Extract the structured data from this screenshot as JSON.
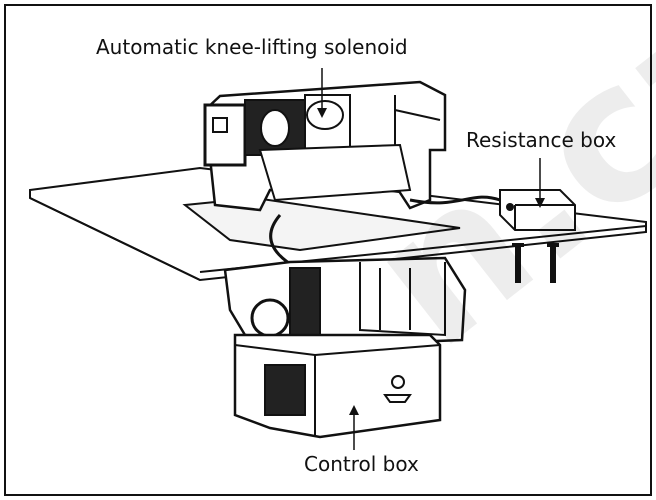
{
  "labels": {
    "solenoid": "Automatic knee-lifting solenoid",
    "resistance_box": "Resistance box",
    "control_box": "Control box"
  },
  "watermark": {
    "text": "n.cz"
  },
  "colors": {
    "line": "#111111",
    "dark_fill": "#222222",
    "light_fill": "#ffffff",
    "watermark": "#eeeeee"
  }
}
